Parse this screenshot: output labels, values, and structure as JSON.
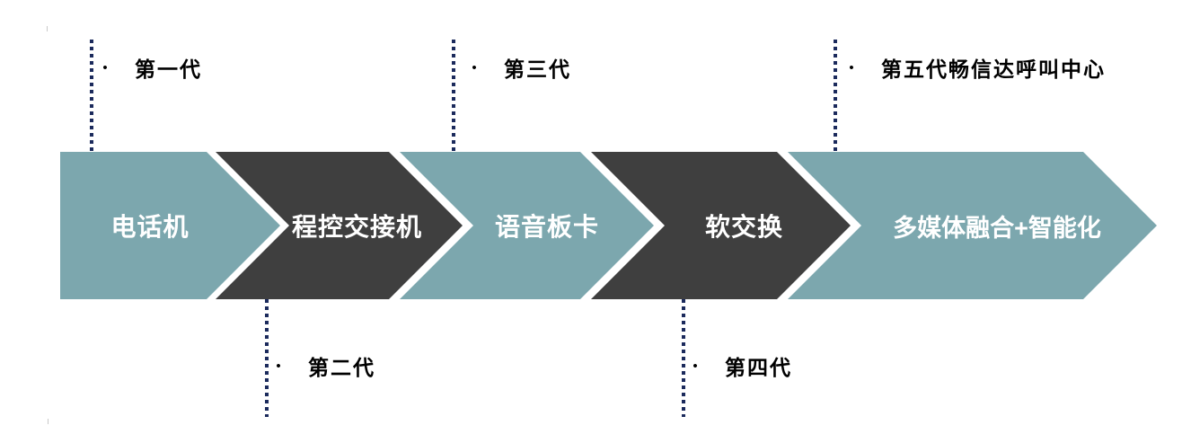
{
  "diagram": {
    "description": "Call center technology evolution chevron timeline",
    "bullet": "•",
    "colors": {
      "teal_stage": "#7CA7AE",
      "dark_stage": "#3F3F3F",
      "dotted_line": "#1B2A5C",
      "stage_text": "#FFFFFF",
      "generation_text": "#000000",
      "background": "#FFFFFF"
    },
    "stages": [
      {
        "label": "电话机",
        "generation": "第一代",
        "label_position": "top",
        "color": "teal"
      },
      {
        "label": "程控交接机",
        "generation": "第二代",
        "label_position": "bottom",
        "color": "dark"
      },
      {
        "label": "语音板卡",
        "generation": "第三代",
        "label_position": "top",
        "color": "teal"
      },
      {
        "label": "软交换",
        "generation": "第四代",
        "label_position": "bottom",
        "color": "dark"
      },
      {
        "label": "多媒体融合+智能化",
        "generation": "第五代畅信达呼叫中心",
        "label_position": "top",
        "color": "teal"
      }
    ]
  }
}
